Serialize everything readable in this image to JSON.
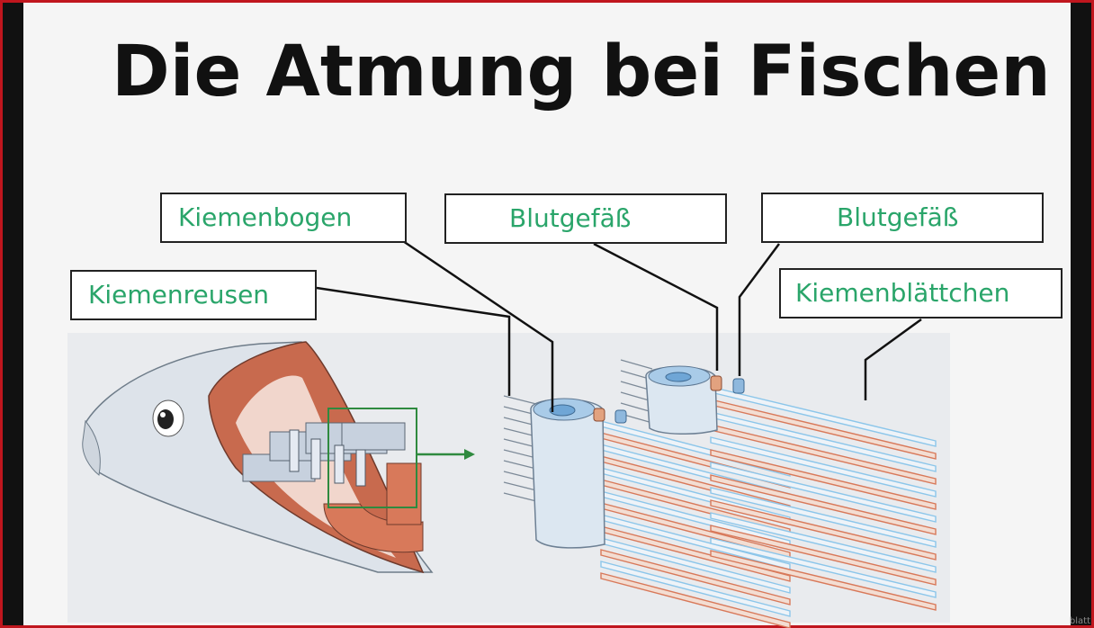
{
  "title": "Die Atmung bei Fischen",
  "labels": {
    "kiemenbogen": "Kiemenbogen",
    "blutgefaess_1": "Blutgefäß",
    "blutgefaess_2": "Blutgefäß",
    "kiemenreusen": "Kiemenreusen",
    "kiemenblaettchen": "Kiemenblättchen"
  },
  "watermark": "blatt",
  "colors": {
    "label_text": "#2aa56a",
    "frame": "#c0161e",
    "gill_red": "#d8795a",
    "gill_blue": "#8cc6ea",
    "arrow": "#2f8a3f"
  }
}
